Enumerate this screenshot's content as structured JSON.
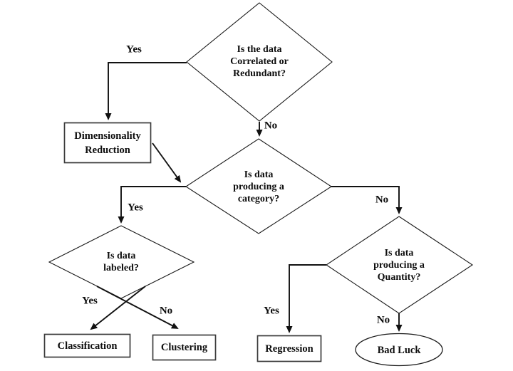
{
  "flowchart": {
    "colors": {
      "background": "#ffffff",
      "line": "#111111",
      "box_border": "#3a3a3a",
      "text": "#0d0d0d"
    },
    "nodes": {
      "q_correlated": {
        "shape": "diamond",
        "label": "Is the data\nCorrelated or\nRedundant?"
      },
      "dim_reduction": {
        "shape": "rectangle",
        "label": "Dimensionality\nReduction"
      },
      "q_category": {
        "shape": "diamond",
        "label": "Is data\nproducing a\ncategory?"
      },
      "q_labeled": {
        "shape": "diamond",
        "label": "Is data\nlabeled?"
      },
      "q_quantity": {
        "shape": "diamond",
        "label": "Is data\nproducing a\nQuantity?"
      },
      "classification": {
        "shape": "rectangle",
        "label": "Classification"
      },
      "clustering": {
        "shape": "rectangle",
        "label": "Clustering"
      },
      "regression": {
        "shape": "rectangle",
        "label": "Regression"
      },
      "bad_luck": {
        "shape": "ellipse",
        "label": "Bad Luck"
      }
    },
    "edges": {
      "correlated_yes": {
        "from": "q_correlated",
        "to": "dim_reduction",
        "label": "Yes"
      },
      "correlated_no": {
        "from": "q_correlated",
        "to": "q_category",
        "label": "No"
      },
      "dimred_to_category": {
        "from": "dim_reduction",
        "to": "q_category",
        "label": ""
      },
      "category_yes": {
        "from": "q_category",
        "to": "q_labeled",
        "label": "Yes"
      },
      "category_no": {
        "from": "q_category",
        "to": "q_quantity",
        "label": "No"
      },
      "labeled_yes": {
        "from": "q_labeled",
        "to": "classification",
        "label": "Yes"
      },
      "labeled_no": {
        "from": "q_labeled",
        "to": "clustering",
        "label": "No"
      },
      "quantity_yes": {
        "from": "q_quantity",
        "to": "regression",
        "label": "Yes"
      },
      "quantity_no": {
        "from": "q_quantity",
        "to": "bad_luck",
        "label": "No"
      }
    }
  }
}
